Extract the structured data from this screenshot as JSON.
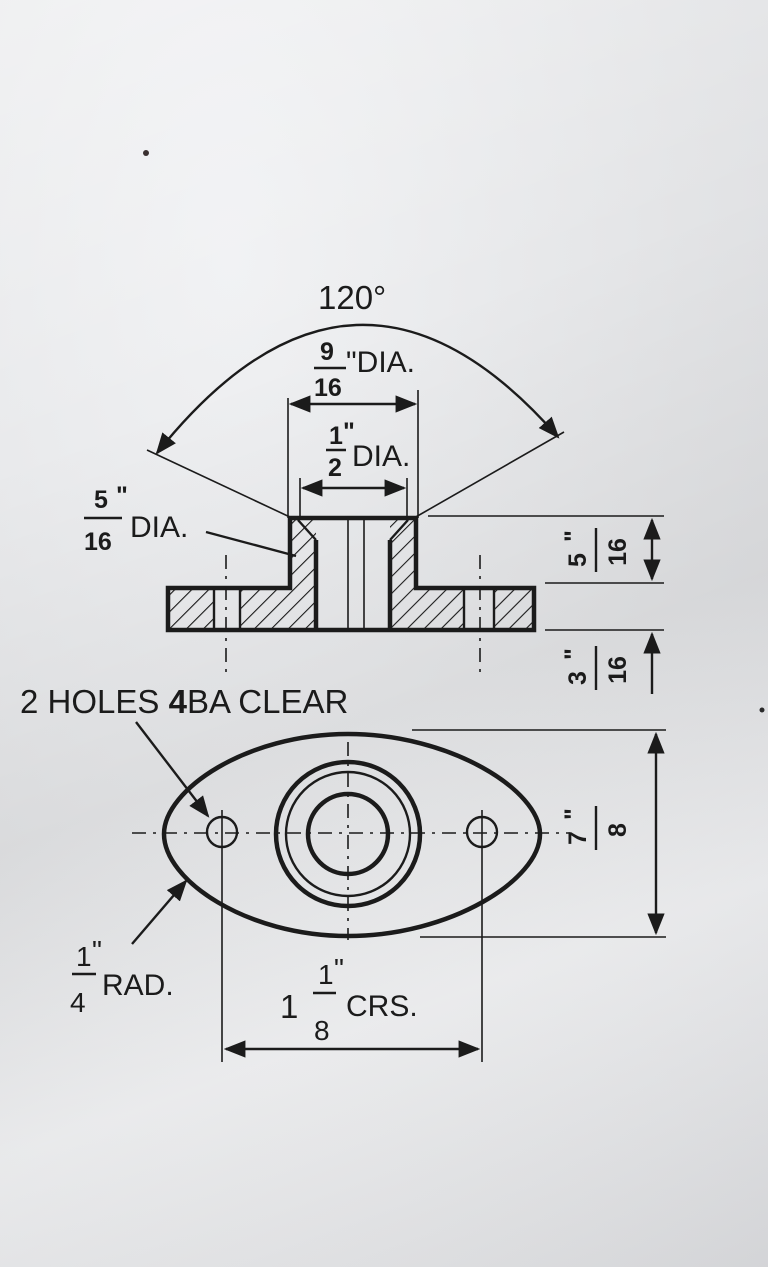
{
  "drawing": {
    "angle": "120°",
    "dia_9_16": {
      "num": "9",
      "den": "16",
      "suffix": "\"DIA."
    },
    "dia_1_2": {
      "num": "1",
      "den": "2",
      "suffix": "DIA."
    },
    "dia_5_16": {
      "num": "5",
      "den": "16",
      "suffix": "DIA."
    },
    "height_5_16": {
      "num": "5",
      "den": "16"
    },
    "height_3_16": {
      "num": "3",
      "den": "16"
    },
    "holes_note": {
      "lead": "2 HOLES ",
      "size": "4",
      "tail": "BA CLEAR"
    },
    "width_7_8": {
      "num": "7",
      "den": "8"
    },
    "radius": {
      "num": "1",
      "den": "4",
      "suffix": "RAD."
    },
    "centres": {
      "whole": "1",
      "num": "1",
      "den": "8",
      "suffix": "CRS."
    },
    "inch_mark": "\""
  }
}
